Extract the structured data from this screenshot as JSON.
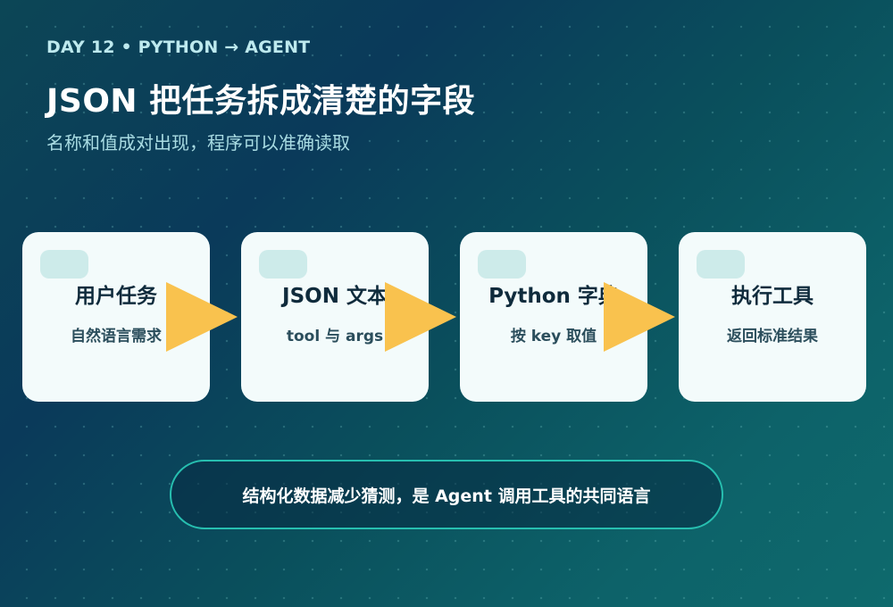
{
  "header": {
    "eyebrow": "DAY 12 • PYTHON → AGENT",
    "title": "JSON 把任务拆成清楚的字段",
    "subtitle": "名称和值成对出现，程序可以准确读取"
  },
  "flow": {
    "steps": [
      {
        "title": "用户任务",
        "desc": "自然语言需求"
      },
      {
        "title": "JSON 文本",
        "desc": "tool 与 args"
      },
      {
        "title": "Python 字典",
        "desc": "按 key 取值"
      },
      {
        "title": "执行工具",
        "desc": "返回标准结果"
      }
    ],
    "arrow_color": "#f9c24e"
  },
  "footer": {
    "summary": "结构化数据减少猜测，是 Agent 调用工具的共同语言"
  }
}
